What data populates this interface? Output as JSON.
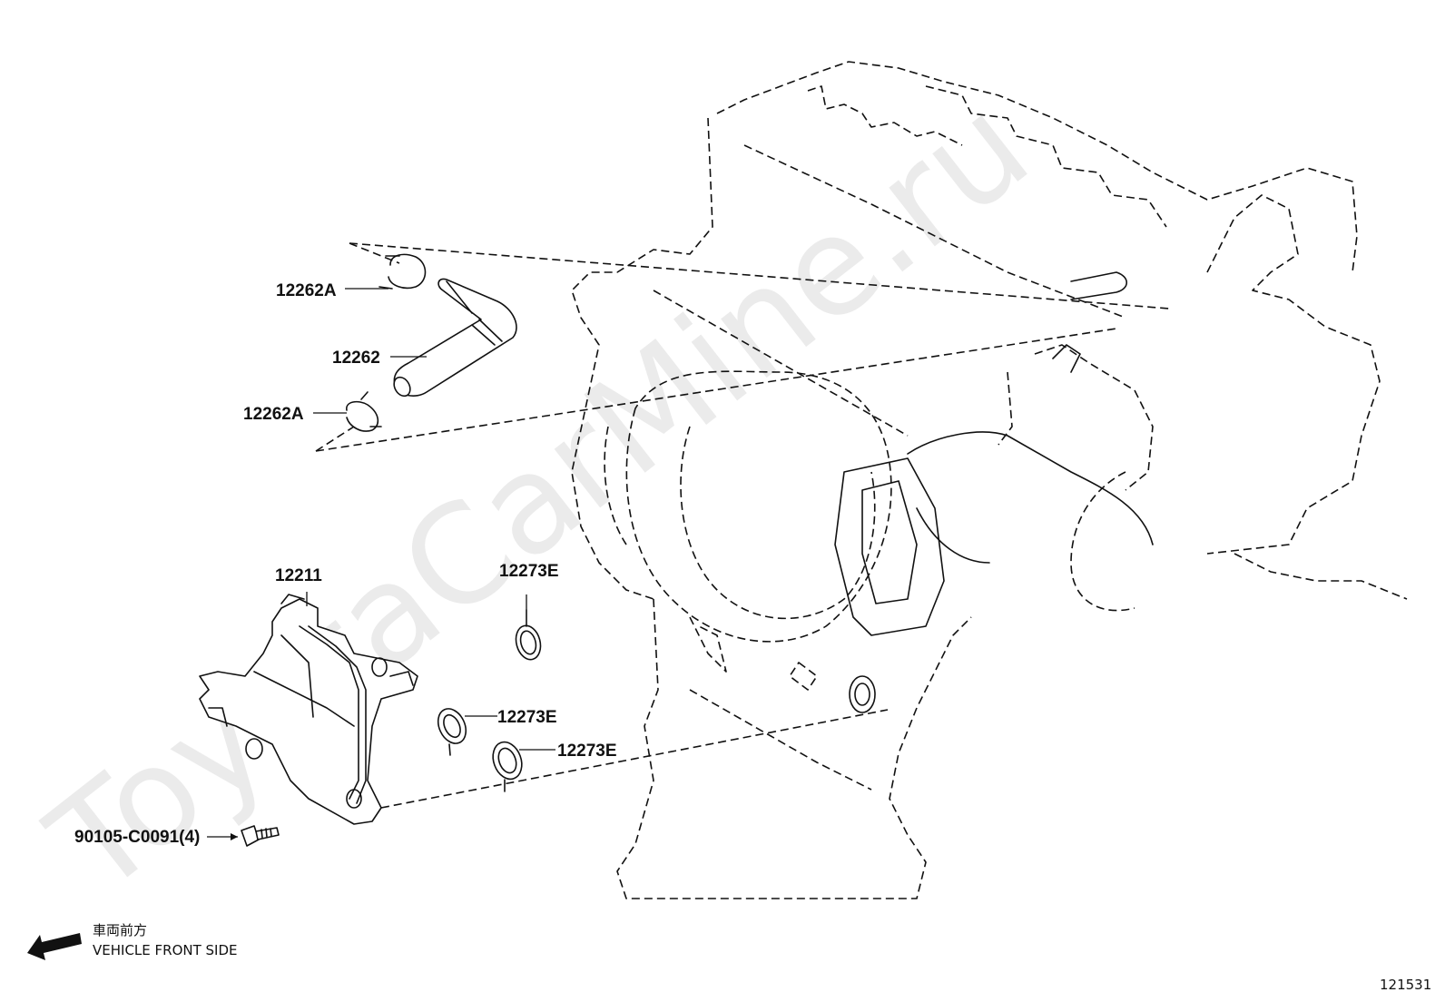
{
  "callouts": [
    {
      "id": "clip-upper",
      "text": "12262A"
    },
    {
      "id": "hose",
      "text": "12262"
    },
    {
      "id": "clip-lower",
      "text": "12262A"
    },
    {
      "id": "separator",
      "text": "12211"
    },
    {
      "id": "gasket-1",
      "text": "12273E"
    },
    {
      "id": "gasket-2",
      "text": "12273E"
    },
    {
      "id": "gasket-3",
      "text": "12273E"
    },
    {
      "id": "bolt",
      "text": "90105-C0091(4)"
    }
  ],
  "direction": {
    "japanese": "車両前方",
    "english": "VEHICLE FRONT SIDE"
  },
  "diagram_number": "121531",
  "watermark": "ToyotaCarMine.ru"
}
